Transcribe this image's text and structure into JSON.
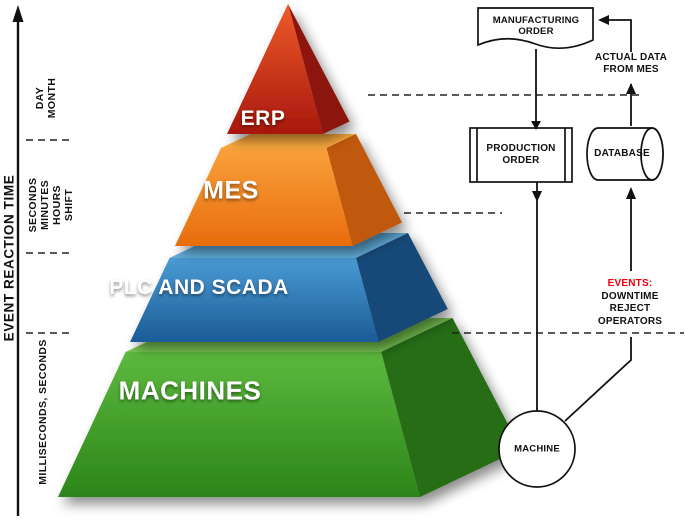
{
  "axis": {
    "title": "EVENT REACTION TIME",
    "levels": [
      {
        "id": "erp-time",
        "lines": [
          "DAY",
          "MONTH"
        ]
      },
      {
        "id": "mes-time",
        "lines": [
          "SECONDS",
          "MINUTES",
          "HOURS",
          "SHIFT"
        ]
      },
      {
        "id": "machine-time",
        "lines": [
          "MILLISECONDS, SECONDS"
        ]
      }
    ]
  },
  "pyramid": {
    "layers": [
      {
        "label": "ERP",
        "color": "#c2251a"
      },
      {
        "label": "MES",
        "color": "#f58220"
      },
      {
        "label": "PLC AND SCADA",
        "color": "#2677b6"
      },
      {
        "label": "MACHINES",
        "color": "#46a933"
      }
    ]
  },
  "flowchart": {
    "manufacturing_order": {
      "lines": [
        "MANUFACTURING",
        "ORDER"
      ]
    },
    "production_order": {
      "lines": [
        "PRODUCTION",
        "ORDER"
      ]
    },
    "database": {
      "label": "DATABASE"
    },
    "machine": {
      "label": "MACHINE"
    },
    "actual_data": {
      "lines": [
        "ACTUAL DATA",
        "FROM MES"
      ]
    },
    "events": {
      "heading": "EVENTS:",
      "heading_color": "#e8000d",
      "items": [
        "DOWNTIME",
        "REJECT",
        "OPERATORS"
      ]
    }
  }
}
